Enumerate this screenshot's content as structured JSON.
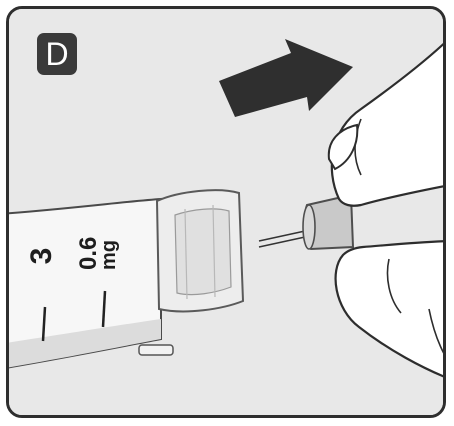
{
  "step": {
    "letter": "D"
  },
  "pen": {
    "marking_large": "3",
    "dose_value": "0.6",
    "dose_unit": "mg"
  }
}
